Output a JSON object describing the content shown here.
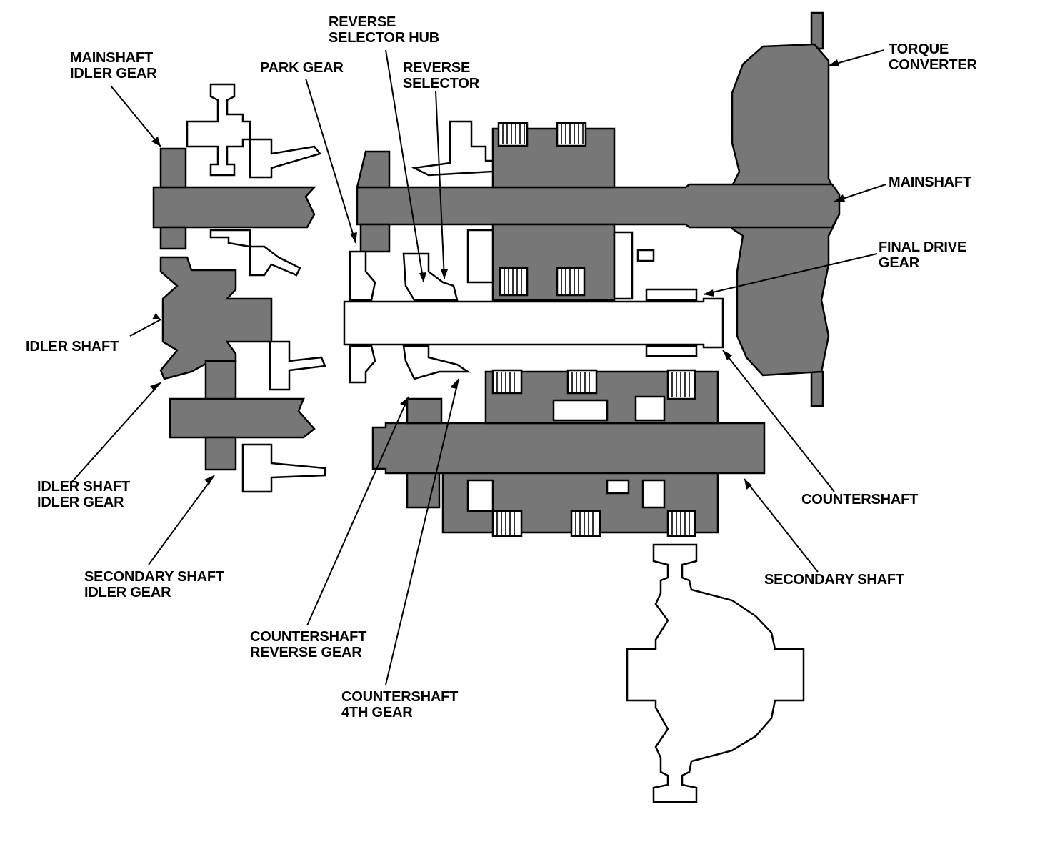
{
  "diagram": {
    "labels": {
      "mainshaft_idler_gear": [
        "MAINSHAFT",
        "IDLER GEAR"
      ],
      "park_gear": [
        "PARK GEAR"
      ],
      "reverse_selector_hub": [
        "REVERSE",
        "SELECTOR HUB"
      ],
      "reverse_selector": [
        "REVERSE",
        "SELECTOR"
      ],
      "torque_converter": [
        "TORQUE",
        "CONVERTER"
      ],
      "mainshaft": [
        "MAINSHAFT"
      ],
      "final_drive_gear": [
        "FINAL DRIVE",
        "GEAR"
      ],
      "idler_shaft": [
        "IDLER SHAFT"
      ],
      "idler_shaft_idler_gear": [
        "IDLER SHAFT",
        "IDLER GEAR"
      ],
      "secondary_shaft_idler_gear": [
        "SECONDARY SHAFT",
        "IDLER GEAR"
      ],
      "countershaft_reverse_gear": [
        "COUNTERSHAFT",
        "REVERSE GEAR"
      ],
      "countershaft_4th_gear": [
        "COUNTERSHAFT",
        "4TH GEAR"
      ],
      "countershaft": [
        "COUNTERSHAFT"
      ],
      "secondary_shaft": [
        "SECONDARY SHAFT"
      ]
    }
  }
}
